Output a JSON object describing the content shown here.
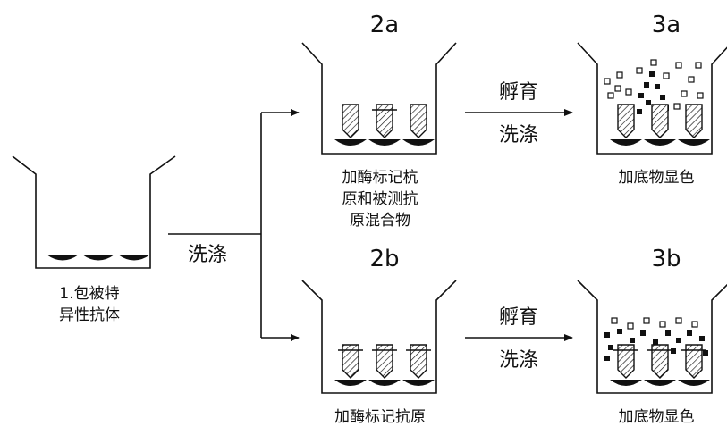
{
  "stage1": {
    "caption_lines": [
      "1.包被特",
      "异性抗体"
    ]
  },
  "wash_step": {
    "label": "洗涤"
  },
  "stage2a": {
    "title": "2a",
    "caption_lines": [
      "加酶标记杭",
      "原和被测抗",
      "原混合物"
    ]
  },
  "stage2b": {
    "title": "2b",
    "caption_lines": [
      "加酶标记抗原"
    ]
  },
  "arrow_a": {
    "label_top": "孵育",
    "label_bottom": "洗涤"
  },
  "arrow_b": {
    "label_top": "孵育",
    "label_bottom": "洗涤"
  },
  "stage3a": {
    "title": "3a",
    "caption_lines": [
      "加底物显色"
    ]
  },
  "stage3b": {
    "title": "3b",
    "caption_lines": [
      "加底物显色"
    ]
  }
}
